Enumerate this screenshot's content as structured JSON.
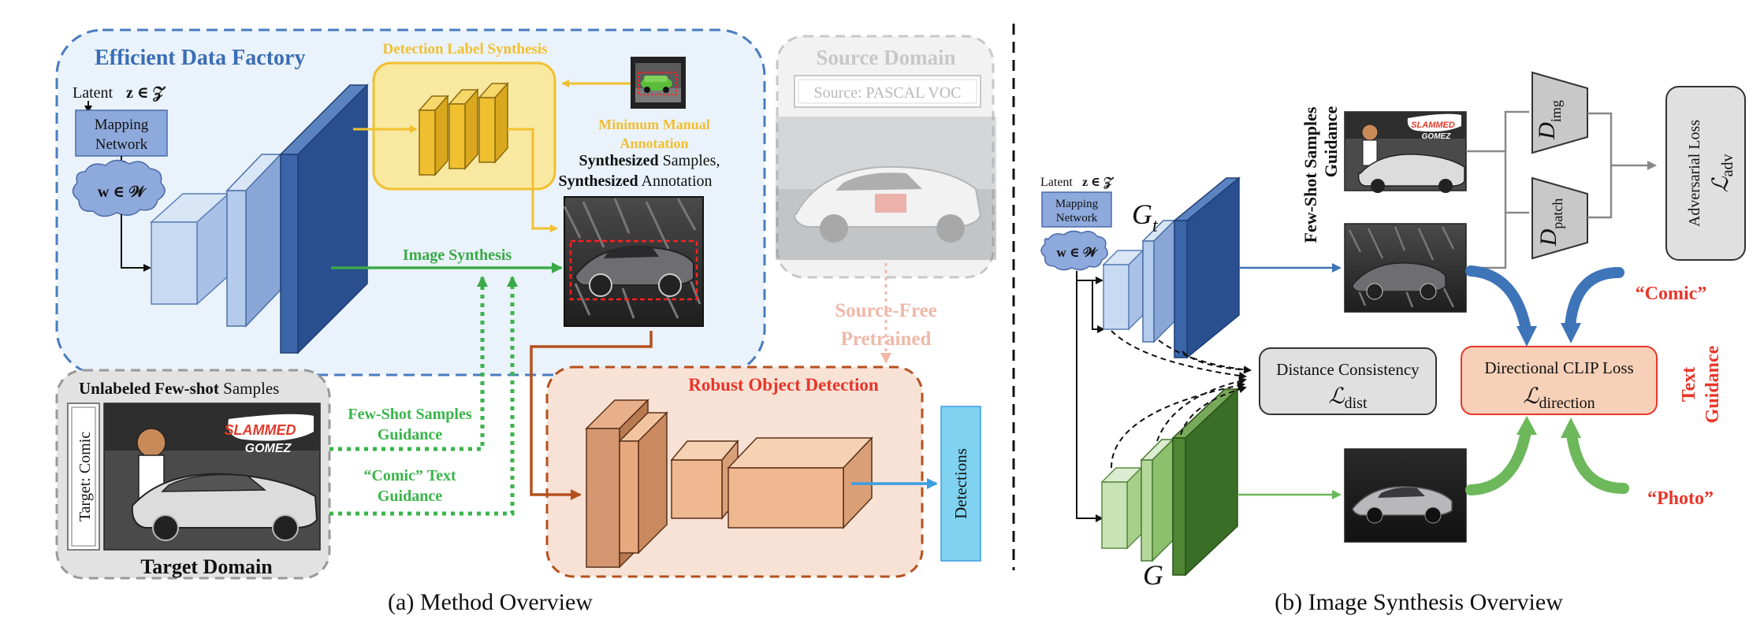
{
  "panel_a": {
    "caption": "(a) Method Overview",
    "factory": {
      "title": "Efficient Data Factory",
      "latent_word": "Latent",
      "latent_z": "z ∈ 𝒵",
      "mapping_line1": "Mapping",
      "mapping_line2": "Network",
      "w_space": "w ∈ 𝒲",
      "image_synthesis": "Image Synthesis"
    },
    "label_synthesis": {
      "title": "Detection Label Synthesis",
      "minimum_line1": "Minimum Manual",
      "minimum_line2": "Annotation",
      "synth_line1_bold": "Synthesized",
      "synth_line1_rest": " Samples,",
      "synth_line2_bold": "Synthesized",
      "synth_line2_rest": " Annotation"
    },
    "source": {
      "title": "Source Domain",
      "label": "Source: PASCAL VOC",
      "free_line1": "Source-Free",
      "free_line2": "Pretrained"
    },
    "target": {
      "title_bold": "Unlabeled Few-shot",
      "title_rest": " Samples",
      "side_label": "Target: Comic",
      "footer": "Target Domain",
      "few_shot_line1": "Few-Shot Samples",
      "few_shot_line2": "Guidance",
      "comic_line1": "“Comic” Text",
      "comic_line2": "Guidance"
    },
    "detection": {
      "title": "Robust Object Detection",
      "output": "Detections"
    }
  },
  "panel_b": {
    "caption": "(b) Image Synthesis Overview",
    "latent_word": "Latent",
    "latent_z": "z ∈ 𝒵",
    "mapping_line1": "Mapping",
    "mapping_line2": "Network",
    "w_space": "w ∈ 𝒲",
    "gt_label": "G",
    "gt_sub": "t",
    "g_label": "G",
    "few_shot_line1": "Few-Shot Samples",
    "few_shot_line2": "Guidance",
    "d_img": "D",
    "d_img_sub": "img",
    "d_patch": "D",
    "d_patch_sub": "patch",
    "adv_loss": "Adversarial Loss",
    "adv_symbol": "ℒ",
    "adv_sub": "adv",
    "distance_title": "Distance Consistency",
    "distance_symbol": "ℒ",
    "distance_sub": "dist",
    "directional_title": "Directional CLIP Loss",
    "directional_symbol": "ℒ",
    "directional_sub": "direction",
    "comic_quote": "“Comic”",
    "photo_quote": "“Photo”",
    "text_guidance_line1": "Text",
    "text_guidance_line2": "Guidance"
  },
  "colors": {
    "factory_border": "#4a7cc0",
    "factory_title": "#3b6db5",
    "label_synth": "#f0c030",
    "image_synthesis_arrow": "#3aaa48",
    "guidance_dotted": "#39b54a",
    "source_free": "#f0b8a8",
    "detection_title": "#e8362a",
    "brown_arrow": "#b5501e",
    "blue_arrow": "#3b9ee0",
    "detections_box": "#7fd3f0"
  }
}
